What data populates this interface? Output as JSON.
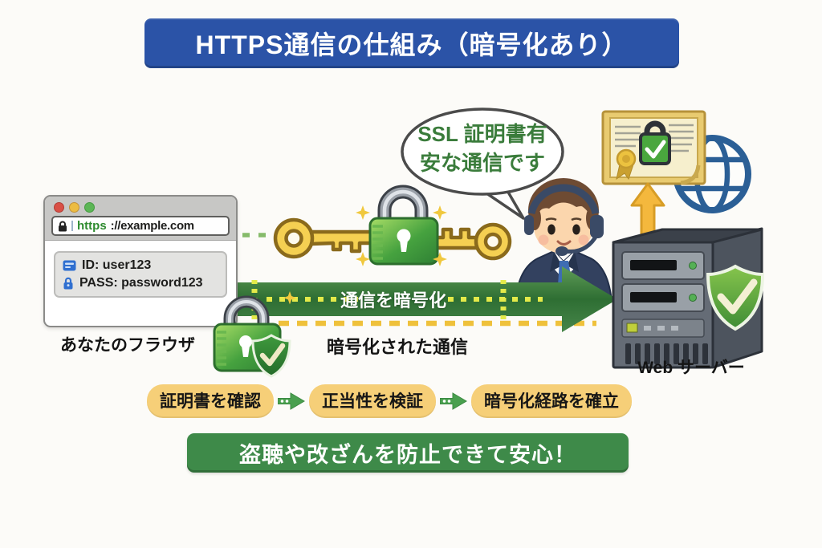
{
  "title": "HTTPS通信の仕組み（暗号化あり）",
  "browser": {
    "url": {
      "scheme": "https",
      "rest": "://example.com"
    },
    "form": {
      "id": "ID: user123",
      "pass": "PASS: password123"
    },
    "caption": "あなたのフラウザ"
  },
  "speech_bubble": {
    "line1": "SSL 証明書有",
    "line2": "安な通信です"
  },
  "flow": {
    "arrow_label": "通信を暗号化",
    "encrypted_caption": "暗号化された通信"
  },
  "server": {
    "caption": "Web サーバー"
  },
  "steps": [
    {
      "label": "証明書を確認"
    },
    {
      "label": "正当性を検証"
    },
    {
      "label": "暗号化経路を確立"
    }
  ],
  "footer": {
    "message": "盗聴や改ざんを防止できて安心！"
  },
  "colors": {
    "title_bg": "#2b53a7",
    "arrow_green": "#2e6e33",
    "banner_green": "#3e8a49",
    "step_bg": "#f6cf78",
    "https_green": "#2e8b2f",
    "key_gold": "#f5d052",
    "lock_green": "#46a23f",
    "dash_yellow": "#efc13b",
    "bubble_text_green": "#3a7c3b",
    "globe_blue": "#2b5f96"
  }
}
